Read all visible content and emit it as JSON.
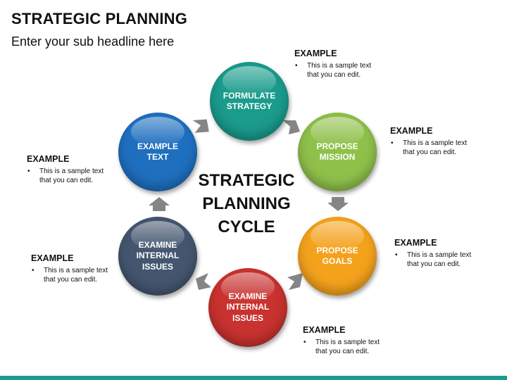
{
  "header": {
    "title": "STRATEGIC PLANNING",
    "subtitle": "Enter your sub headline here"
  },
  "center": {
    "lines": [
      "STRATEGIC",
      "PLANNING",
      "CYCLE"
    ]
  },
  "circles": [
    {
      "lines": [
        "FORMULATE",
        "STRATEGY"
      ],
      "color": "#1a9b8c"
    },
    {
      "lines": [
        "PROPOSE",
        "MISSION"
      ],
      "color": "#8fc04a"
    },
    {
      "lines": [
        "PROPOSE",
        "GOALS"
      ],
      "color": "#f4a21c"
    },
    {
      "lines": [
        "EXAMINE",
        "INTERNAL",
        "ISSUES"
      ],
      "color": "#c8322f"
    },
    {
      "lines": [
        "EXAMINE",
        "INTERNAL",
        "ISSUES"
      ],
      "color": "#44566f"
    },
    {
      "lines": [
        "EXAMPLE",
        "TEXT"
      ],
      "color": "#1f6fbf"
    }
  ],
  "notes": [
    {
      "title": "EXAMPLE",
      "lines": [
        "This is a sample text",
        "that you can edit."
      ]
    },
    {
      "title": "EXAMPLE",
      "lines": [
        "This is a sample text",
        "that you can edit."
      ]
    },
    {
      "title": "EXAMPLE",
      "lines": [
        "This is a sample text",
        "that you can edit."
      ]
    },
    {
      "title": "EXAMPLE",
      "lines": [
        "This is a sample text",
        "that you can edit."
      ]
    },
    {
      "title": "EXAMPLE",
      "lines": [
        "This is a sample text",
        "that you can edit."
      ]
    },
    {
      "title": "EXAMPLE",
      "lines": [
        "This is a sample text",
        "that you can edit."
      ]
    }
  ],
  "colors": {
    "arrow": "#858585",
    "bottom_bar": "#1a9b8c"
  },
  "icons": {
    "arrow": "chevron-arrow-icon"
  }
}
